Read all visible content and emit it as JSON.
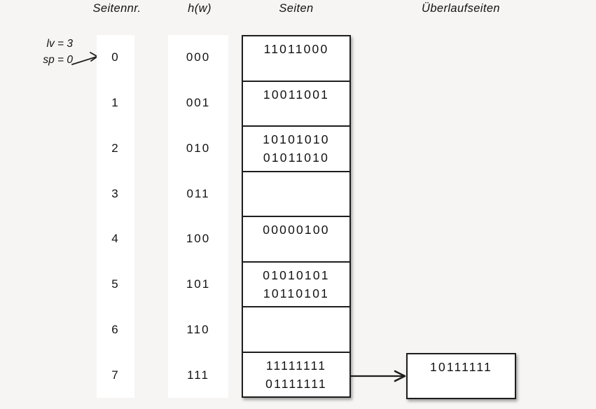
{
  "diagram": {
    "headers": {
      "seitennr": "Seitennr.",
      "hw": "h(w)",
      "seiten": "Seiten",
      "ueberlaufseiten": "Überlaufseiten"
    },
    "annotation": {
      "lv": "lv = 3",
      "sp": "sp = 0"
    },
    "rows": [
      {
        "nr": "0",
        "h": "000",
        "values": [
          "11011000"
        ]
      },
      {
        "nr": "1",
        "h": "001",
        "values": [
          "10011001"
        ]
      },
      {
        "nr": "2",
        "h": "010",
        "values": [
          "10101010",
          "01011010"
        ]
      },
      {
        "nr": "3",
        "h": "011",
        "values": []
      },
      {
        "nr": "4",
        "h": "100",
        "values": [
          "00000100"
        ]
      },
      {
        "nr": "5",
        "h": "101",
        "values": [
          "01010101",
          "10110101"
        ]
      },
      {
        "nr": "6",
        "h": "110",
        "values": []
      },
      {
        "nr": "7",
        "h": "111",
        "values": [
          "11111111",
          "01111111"
        ]
      }
    ],
    "overflow": {
      "attached_to_row": "7",
      "values": [
        "10111111"
      ]
    },
    "icons": {
      "pointer_arrow": "arrow-up-right",
      "overflow_arrow": "arrow-right"
    },
    "colors": {
      "background": "#f6f5f3",
      "panel": "#ffffff",
      "border": "#1e1e1e",
      "text": "#121212"
    }
  }
}
